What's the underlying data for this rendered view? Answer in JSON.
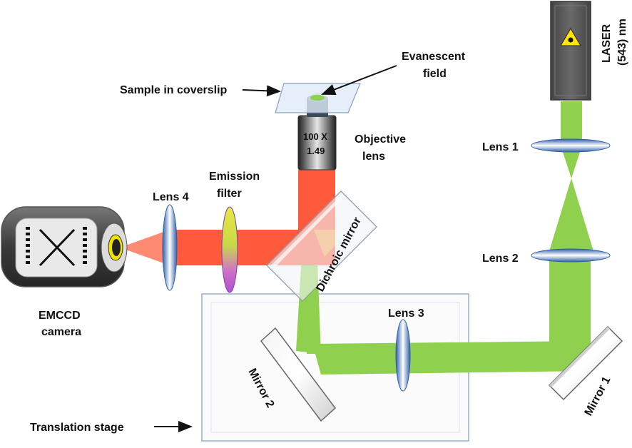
{
  "labels": {
    "evanescent_line1": "Evanescent",
    "evanescent_line2": "field",
    "sample": "Sample in coverslip",
    "objective_mag": "100 X",
    "objective_na": "1.49",
    "objective_line1": "Objective",
    "objective_line2": "lens",
    "emission_line1": "Emission",
    "emission_line2": "filter",
    "lens1": "Lens 1",
    "lens2": "Lens 2",
    "lens3": "Lens 3",
    "lens4": "Lens 4",
    "dichroic": "Dichroic mirror",
    "mirror1": "Mirror 1",
    "mirror2": "Mirror 2",
    "camera_line1": "EMCCD",
    "camera_line2": "camera",
    "stage": "Translation stage",
    "laser_line1": "LASER",
    "laser_line2": "(543) nm"
  },
  "colors": {
    "excitation_beam": "#8fd14f",
    "emission_beam": "#ff5a3c",
    "laser_body": "#555555",
    "warning_sign": "#ffe600"
  },
  "icons": {
    "laser_warning": "laser-hazard-icon"
  }
}
